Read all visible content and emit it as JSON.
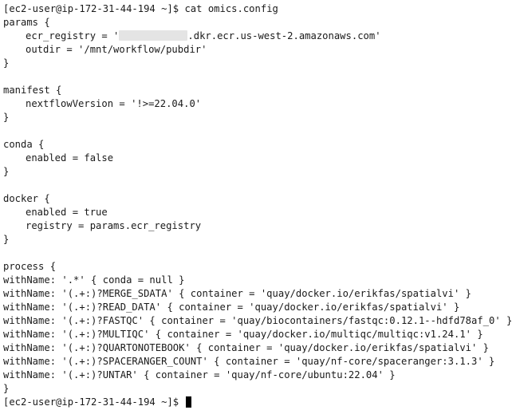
{
  "terminal": {
    "prompt": "[ec2-user@ip-172-31-44-194 ~]$",
    "command": "cat omics.config",
    "lines": [
      "params {",
      "ecr_registry = '",
      ".dkr.ecr.us-west-2.amazonaws.com'",
      "outdir = '/mnt/workflow/pubdir'",
      "}",
      "manifest {",
      "nextflowVersion = '!>=22.04.0'",
      "}",
      "conda {",
      "enabled = false",
      "}",
      "docker {",
      "enabled = true",
      "registry = params.ecr_registry",
      "}",
      "process {",
      "withName: '.*' { conda = null }",
      "withName: '(.+:)?MERGE_SDATA' { container = 'quay/docker.io/erikfas/spatialvi' }",
      "withName: '(.+:)?READ_DATA' { container = 'quay/docker.io/erikfas/spatialvi' }",
      "withName: '(.+:)?FASTQC' { container = 'quay/biocontainers/fastqc:0.12.1--hdfd78af_0' }",
      "withName: '(.+:)?MULTIQC' { container = 'quay/docker.io/multiqc/multiqc:v1.24.1' }",
      "withName: '(.+:)?QUARTONOTEBOOK' { container = 'quay/docker.io/erikfas/spatialvi' }",
      "withName: '(.+:)?SPACERANGER_COUNT' { container = 'quay/nf-core/spaceranger:3.1.3' }",
      "withName: '(.+:)?UNTAR' { container = 'quay/nf-core/ubuntu:22.04' }",
      "}"
    ],
    "final_prompt": "[ec2-user@ip-172-31-44-194 ~]$"
  }
}
